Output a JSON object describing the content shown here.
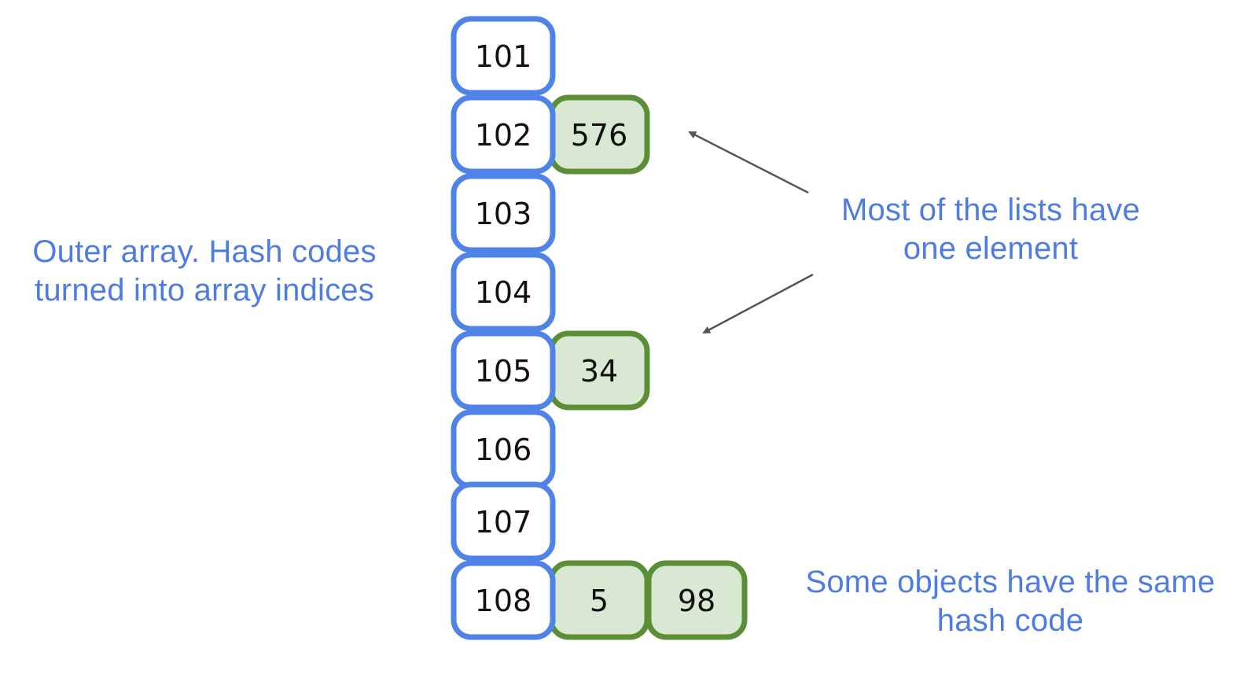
{
  "colors": {
    "outer_stroke": "#4f83e8",
    "inner_stroke": "#5b8e35",
    "inner_fill": "#d9e8d3",
    "annotation": "#4f7ce0",
    "arrow": "#555555"
  },
  "outer_array": [
    {
      "index": "101",
      "list": []
    },
    {
      "index": "102",
      "list": [
        "576"
      ]
    },
    {
      "index": "103",
      "list": []
    },
    {
      "index": "104",
      "list": []
    },
    {
      "index": "105",
      "list": [
        "34"
      ]
    },
    {
      "index": "106",
      "list": []
    },
    {
      "index": "107",
      "list": []
    },
    {
      "index": "108",
      "list": [
        "5",
        "98"
      ]
    }
  ],
  "annotations": {
    "outer_array_note": {
      "line1": "Outer array. Hash codes",
      "line2": "turned into array indices"
    },
    "lists_note": {
      "line1": "Most of the lists have",
      "line2": "one element"
    },
    "collision_note": {
      "line1": "Some objects have the same",
      "line2": "hash code"
    }
  }
}
